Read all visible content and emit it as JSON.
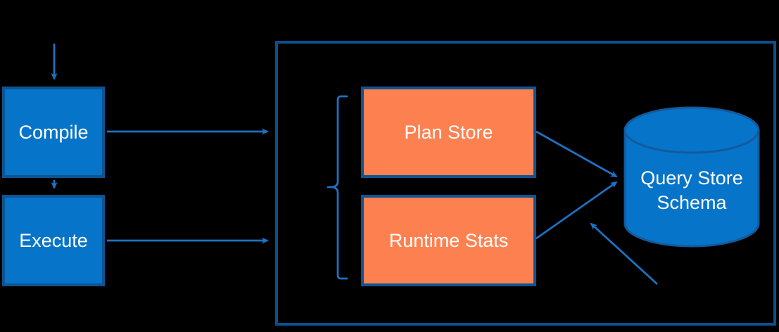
{
  "colors": {
    "bg": "#000000",
    "blueFill": "#0674C8",
    "nodeBorder": "#0E5493",
    "outerBorder": "#0D4E8C",
    "orangeFill": "#FD8150",
    "arrow": "#1F71C2",
    "cylBorder": "#15599C",
    "text": "#FFFFFF"
  },
  "nodes": {
    "compile": {
      "label": "Compile"
    },
    "execute": {
      "label": "Execute"
    },
    "plan_store": {
      "label": "Plan Store"
    },
    "runtime_stats": {
      "label": "Runtime Stats"
    },
    "query_store_schema": {
      "label": "Query Store Schema"
    }
  }
}
